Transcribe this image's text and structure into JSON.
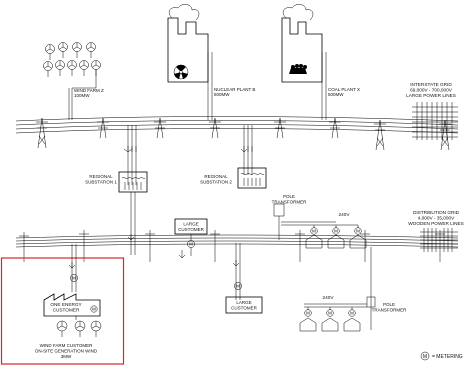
{
  "plants": {
    "wind_farm_z": {
      "line1": "WIND FARM Z",
      "line2": "100MW"
    },
    "nuclear_plant_b": {
      "line1": "NUCLEAR PLANT B",
      "line2": "500MW"
    },
    "coal_plant_x": {
      "line1": "COAL PLANT X",
      "line2": "500MW"
    }
  },
  "interstate_grid": {
    "line1": "INTERSTATE  GRID",
    "line2": "69,000V - 700,000V",
    "line3": "LARGE POWER LINES"
  },
  "substations": {
    "regional_1": {
      "line1": "REGIONAL",
      "line2": "SUBSTATION 1"
    },
    "regional_2": {
      "line1": "REGIONAL",
      "line2": "SUBSTATION 2"
    }
  },
  "large_customer_upper": {
    "line1": "LARGE",
    "line2": "CUSTOMER"
  },
  "large_customer_lower": {
    "line1": "LARGE",
    "line2": "CUSTOMER"
  },
  "pole_transformer_upper": {
    "line1": "POLE",
    "line2": "TRANSFORMER"
  },
  "pole_transformer_lower": {
    "line1": "POLE",
    "line2": "TRANSFORMER"
  },
  "voltage_upper": "240V",
  "voltage_lower": "240V",
  "distribution_grid": {
    "line1": "DISTRIBUTION  GRID",
    "line2": "4,000V - 35,000V",
    "line3": "WOODEN POWER LINES"
  },
  "one_energy_customer": {
    "line1": "ONE  ENERGY",
    "line2": "CUSTOMER"
  },
  "wind_farm_customer": {
    "line1": "WIND FARM CUSTOMER",
    "line2": "ON-SITE GENERATION WIND",
    "line3": "3MW"
  },
  "meter_symbol": "M",
  "legend": {
    "symbol": "M",
    "text": "=  METERING"
  },
  "colors": {
    "highlight_box": "#d62828",
    "line": "#000000"
  }
}
